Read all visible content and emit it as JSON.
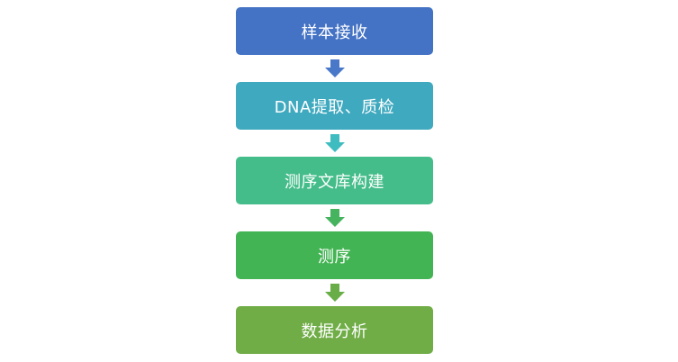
{
  "steps": [
    {
      "label": "样本接收",
      "color": "#4472c4"
    },
    {
      "label": "DNA提取、质检",
      "color": "#3fa9bf"
    },
    {
      "label": "测序文库构建",
      "color": "#45bd8a"
    },
    {
      "label": "测序",
      "color": "#43b453"
    },
    {
      "label": "数据分析",
      "color": "#70ad47"
    }
  ],
  "arrows": [
    {
      "icon": "arrow-down-icon",
      "color": "#4a78c9"
    },
    {
      "icon": "arrow-down-icon",
      "color": "#3fbcc0"
    },
    {
      "icon": "arrow-down-icon",
      "color": "#46b35e"
    },
    {
      "icon": "arrow-down-icon",
      "color": "#68ad48"
    }
  ]
}
